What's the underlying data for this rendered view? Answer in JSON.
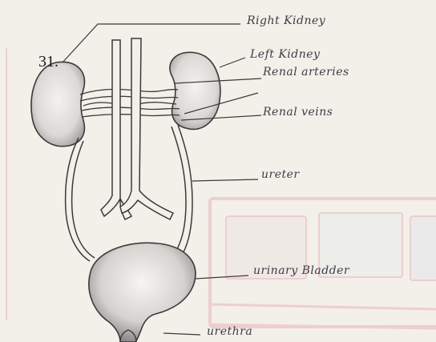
{
  "question_number": "31.",
  "labels": {
    "right_kidney": "Right Kidney",
    "left_kidney": "Left Kidney",
    "renal_arteries": "Renal arteries",
    "renal_veins": "Renal veins",
    "ureter": "ureter",
    "urinary_bladder": "urinary Bladder",
    "urethra": "urethra"
  },
  "colors": {
    "paper": "#f3efe9",
    "ink": "#3a3a3a",
    "kidney_shade": "#b9b6b6",
    "bladder_shade": "#8b8888",
    "pink_doodle": "#e6a7b4"
  }
}
